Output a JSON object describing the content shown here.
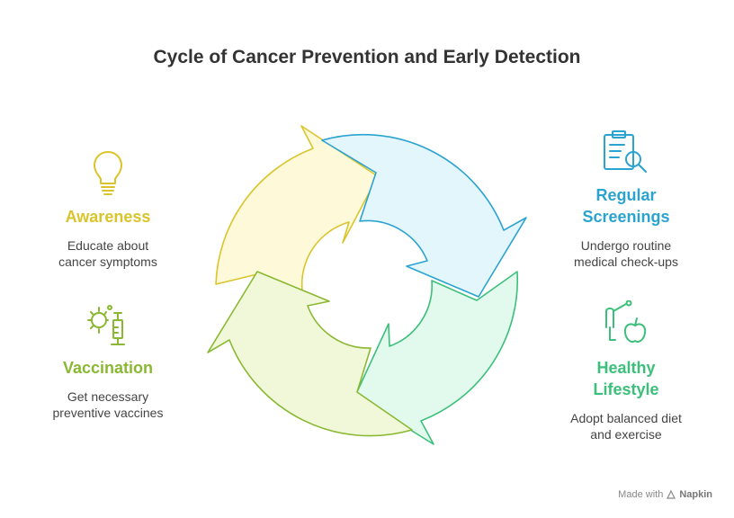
{
  "title": "Cycle of Cancer Prevention and Early Detection",
  "steps": [
    {
      "label": "Awareness",
      "description_line1": "Educate about",
      "description_line2": "cancer symptoms",
      "color": "#D9C52B",
      "fill": "#FEF9D9",
      "icon": "lightbulb-icon"
    },
    {
      "label_line1": "Regular",
      "label_line2": "Screenings",
      "description_line1": "Undergo routine",
      "description_line2": "medical check-ups",
      "color": "#2BA3D0",
      "fill": "#E3F6FC",
      "icon": "clipboard-search-icon"
    },
    {
      "label_line1": "Healthy",
      "label_line2": "Lifestyle",
      "description_line1": "Adopt balanced diet",
      "description_line2": "and exercise",
      "color": "#3CBF7A",
      "fill": "#E2FAEE",
      "icon": "apple-dumbbell-icon"
    },
    {
      "label": "Vaccination",
      "description_line1": "Get necessary",
      "description_line2": "preventive vaccines",
      "color": "#8AB832",
      "fill": "#F1F8D9",
      "icon": "virus-syringe-icon"
    }
  ],
  "footer": {
    "prefix": "Made with",
    "brand": "Napkin"
  }
}
